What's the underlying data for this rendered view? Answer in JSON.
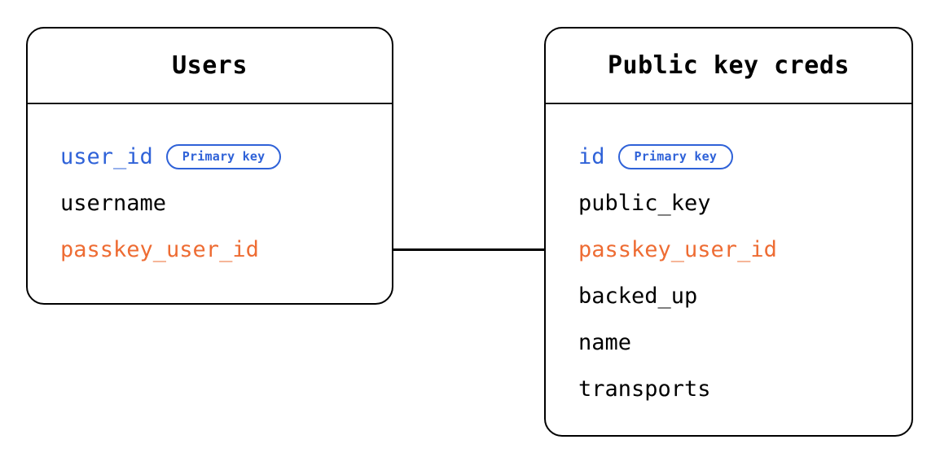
{
  "diagram": {
    "type": "entity-relationship",
    "background_color": "#ffffff",
    "colors": {
      "border": "#000000",
      "text": "#000000",
      "primary_key": "#2f62d8",
      "foreign_key": "#ee6c33",
      "badge_border": "#2f62d8",
      "connector": "#000000"
    },
    "entities": [
      {
        "id": "users",
        "title": "Users",
        "fields": [
          {
            "name": "user_id",
            "role": "pk",
            "badge": "Primary key"
          },
          {
            "name": "username",
            "role": "plain",
            "badge": null
          },
          {
            "name": "passkey_user_id",
            "role": "fk",
            "badge": null
          }
        ]
      },
      {
        "id": "public_key_creds",
        "title": "Public key creds",
        "fields": [
          {
            "name": "id",
            "role": "pk",
            "badge": "Primary key"
          },
          {
            "name": "public_key",
            "role": "plain",
            "badge": null
          },
          {
            "name": "passkey_user_id",
            "role": "fk",
            "badge": null
          },
          {
            "name": "backed_up",
            "role": "plain",
            "badge": null
          },
          {
            "name": "name",
            "role": "plain",
            "badge": null
          },
          {
            "name": "transports",
            "role": "plain",
            "badge": null
          }
        ]
      }
    ],
    "relationships": [
      {
        "id": "users-to-public-key-creds",
        "from_entity": "users",
        "from_field": "passkey_user_id",
        "to_entity": "public_key_creds",
        "to_field": "passkey_user_id",
        "style": "solid-line"
      }
    ]
  }
}
